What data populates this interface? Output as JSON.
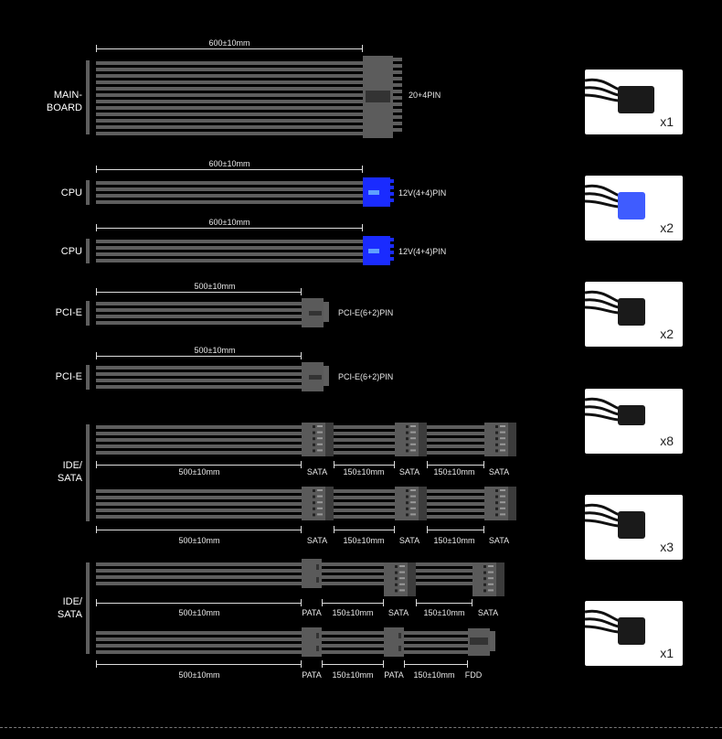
{
  "cables": {
    "mainboard": {
      "name": "MAIN-\nBOARD",
      "length": "600±10mm",
      "connector": "20+4PIN"
    },
    "cpu1": {
      "name": "CPU",
      "length": "600±10mm",
      "connector": "12V(4+4)PIN"
    },
    "cpu2": {
      "name": "CPU",
      "length": "600±10mm",
      "connector": "12V(4+4)PIN"
    },
    "pcie1": {
      "name": "PCI-E",
      "length": "500±10mm",
      "connector": "PCI-E(6+2)PIN"
    },
    "pcie2": {
      "name": "PCI-E",
      "length": "500±10mm",
      "connector": "PCI-E(6+2)PIN"
    },
    "sata_group_label": "IDE/\nSATA",
    "sata1": {
      "labels": [
        "500±10mm",
        "SATA",
        "150±10mm",
        "SATA",
        "150±10mm",
        "SATA"
      ]
    },
    "sata2": {
      "labels": [
        "500±10mm",
        "SATA",
        "150±10mm",
        "SATA",
        "150±10mm",
        "SATA"
      ]
    },
    "ide_group_label": "IDE/\nSATA",
    "ide1": {
      "labels": [
        "500±10mm",
        "PATA",
        "150±10mm",
        "SATA",
        "150±10mm",
        "SATA"
      ]
    },
    "ide2": {
      "labels": [
        "500±10mm",
        "PATA",
        "150±10mm",
        "PATA",
        "150±10mm",
        "FDD"
      ]
    }
  },
  "thumbnails": [
    {
      "icon": "24pin-connector",
      "count": "x1"
    },
    {
      "icon": "cpu-8pin-connector",
      "count": "x2"
    },
    {
      "icon": "pcie-8pin-connector",
      "count": "x2"
    },
    {
      "icon": "sata-connector",
      "count": "x8"
    },
    {
      "icon": "molex-connector",
      "count": "x3"
    },
    {
      "icon": "fdd-connector",
      "count": "x1"
    }
  ],
  "colors": {
    "wire": "#5e5e5e",
    "cpu_connector": "#1a2bff",
    "background": "#000000"
  }
}
